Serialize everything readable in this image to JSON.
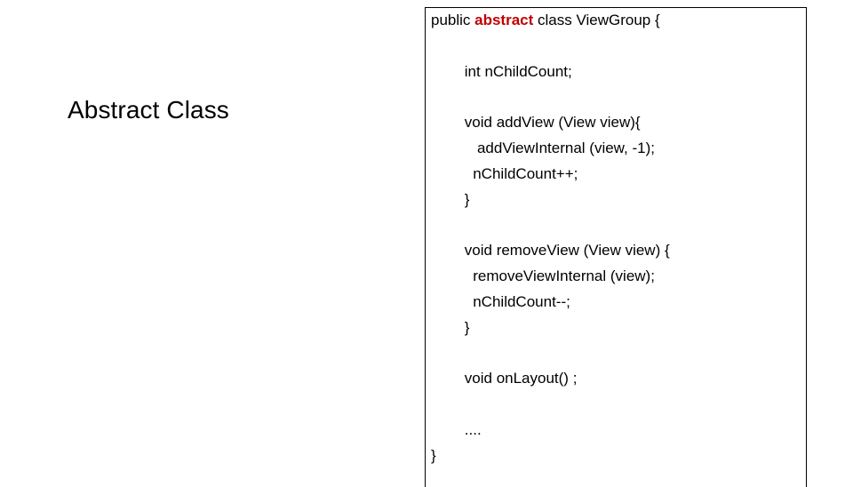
{
  "slide": {
    "background_color": "#ffffff",
    "caption": {
      "text": "Abstract Class"
    }
  },
  "code_box": {
    "border_color": "#000000",
    "accent_color": "#C00000",
    "language": "java",
    "lines": [
      {
        "id": "line-class-decl",
        "pre": "public ",
        "keyword": "abstract",
        "post": " class ViewGroup {"
      },
      {
        "id": "line-blank-1",
        "text": ""
      },
      {
        "id": "line-field-count",
        "text": "        int nChildCount;"
      },
      {
        "id": "line-blank-2",
        "text": ""
      },
      {
        "id": "line-addview-sig",
        "text": "        void addView (View view){"
      },
      {
        "id": "line-addview-internal",
        "text": "           addViewInternal (view, -1);"
      },
      {
        "id": "line-addview-incr",
        "text": "          nChildCount++;"
      },
      {
        "id": "line-addview-close",
        "text": "        }"
      },
      {
        "id": "line-blank-3",
        "text": ""
      },
      {
        "id": "line-removeview-sig",
        "text": "        void removeView (View view) {"
      },
      {
        "id": "line-removeview-internal",
        "text": "          removeViewInternal (view);"
      },
      {
        "id": "line-removeview-decr",
        "text": "          nChildCount--;"
      },
      {
        "id": "line-removeview-close",
        "text": "        }"
      },
      {
        "id": "line-blank-4",
        "text": ""
      },
      {
        "id": "line-onlayout",
        "text": "        void onLayout() ;"
      },
      {
        "id": "line-blank-5",
        "text": ""
      },
      {
        "id": "line-ellipsis",
        "text": "        ...."
      },
      {
        "id": "line-class-close",
        "text": "}"
      }
    ]
  }
}
